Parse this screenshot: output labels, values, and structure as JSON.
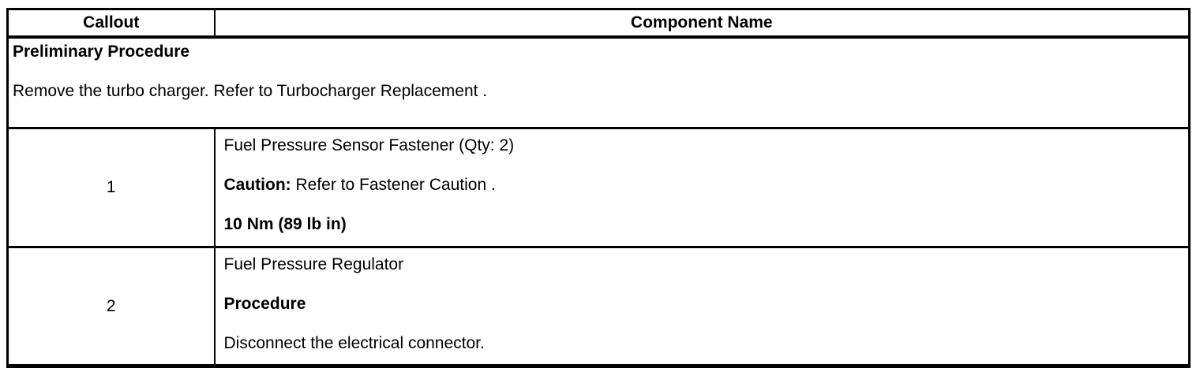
{
  "table": {
    "header": {
      "callout": "Callout",
      "component_name": "Component Name"
    },
    "preliminary": {
      "title": "Preliminary Procedure",
      "body": "Remove the turbo charger. Refer to Turbocharger Replacement ."
    },
    "rows": [
      {
        "callout": "1",
        "component": {
          "name": "Fuel Pressure Sensor Fastener (Qty: 2)",
          "caution_label": "Caution:",
          "caution_text": "Refer to Fastener Caution .",
          "torque": "10 Nm (89 lb in)"
        }
      },
      {
        "callout": "2",
        "component": {
          "name": "Fuel Pressure Regulator",
          "procedure_label": "Procedure",
          "instruction": "Disconnect the electrical connector."
        }
      }
    ]
  }
}
